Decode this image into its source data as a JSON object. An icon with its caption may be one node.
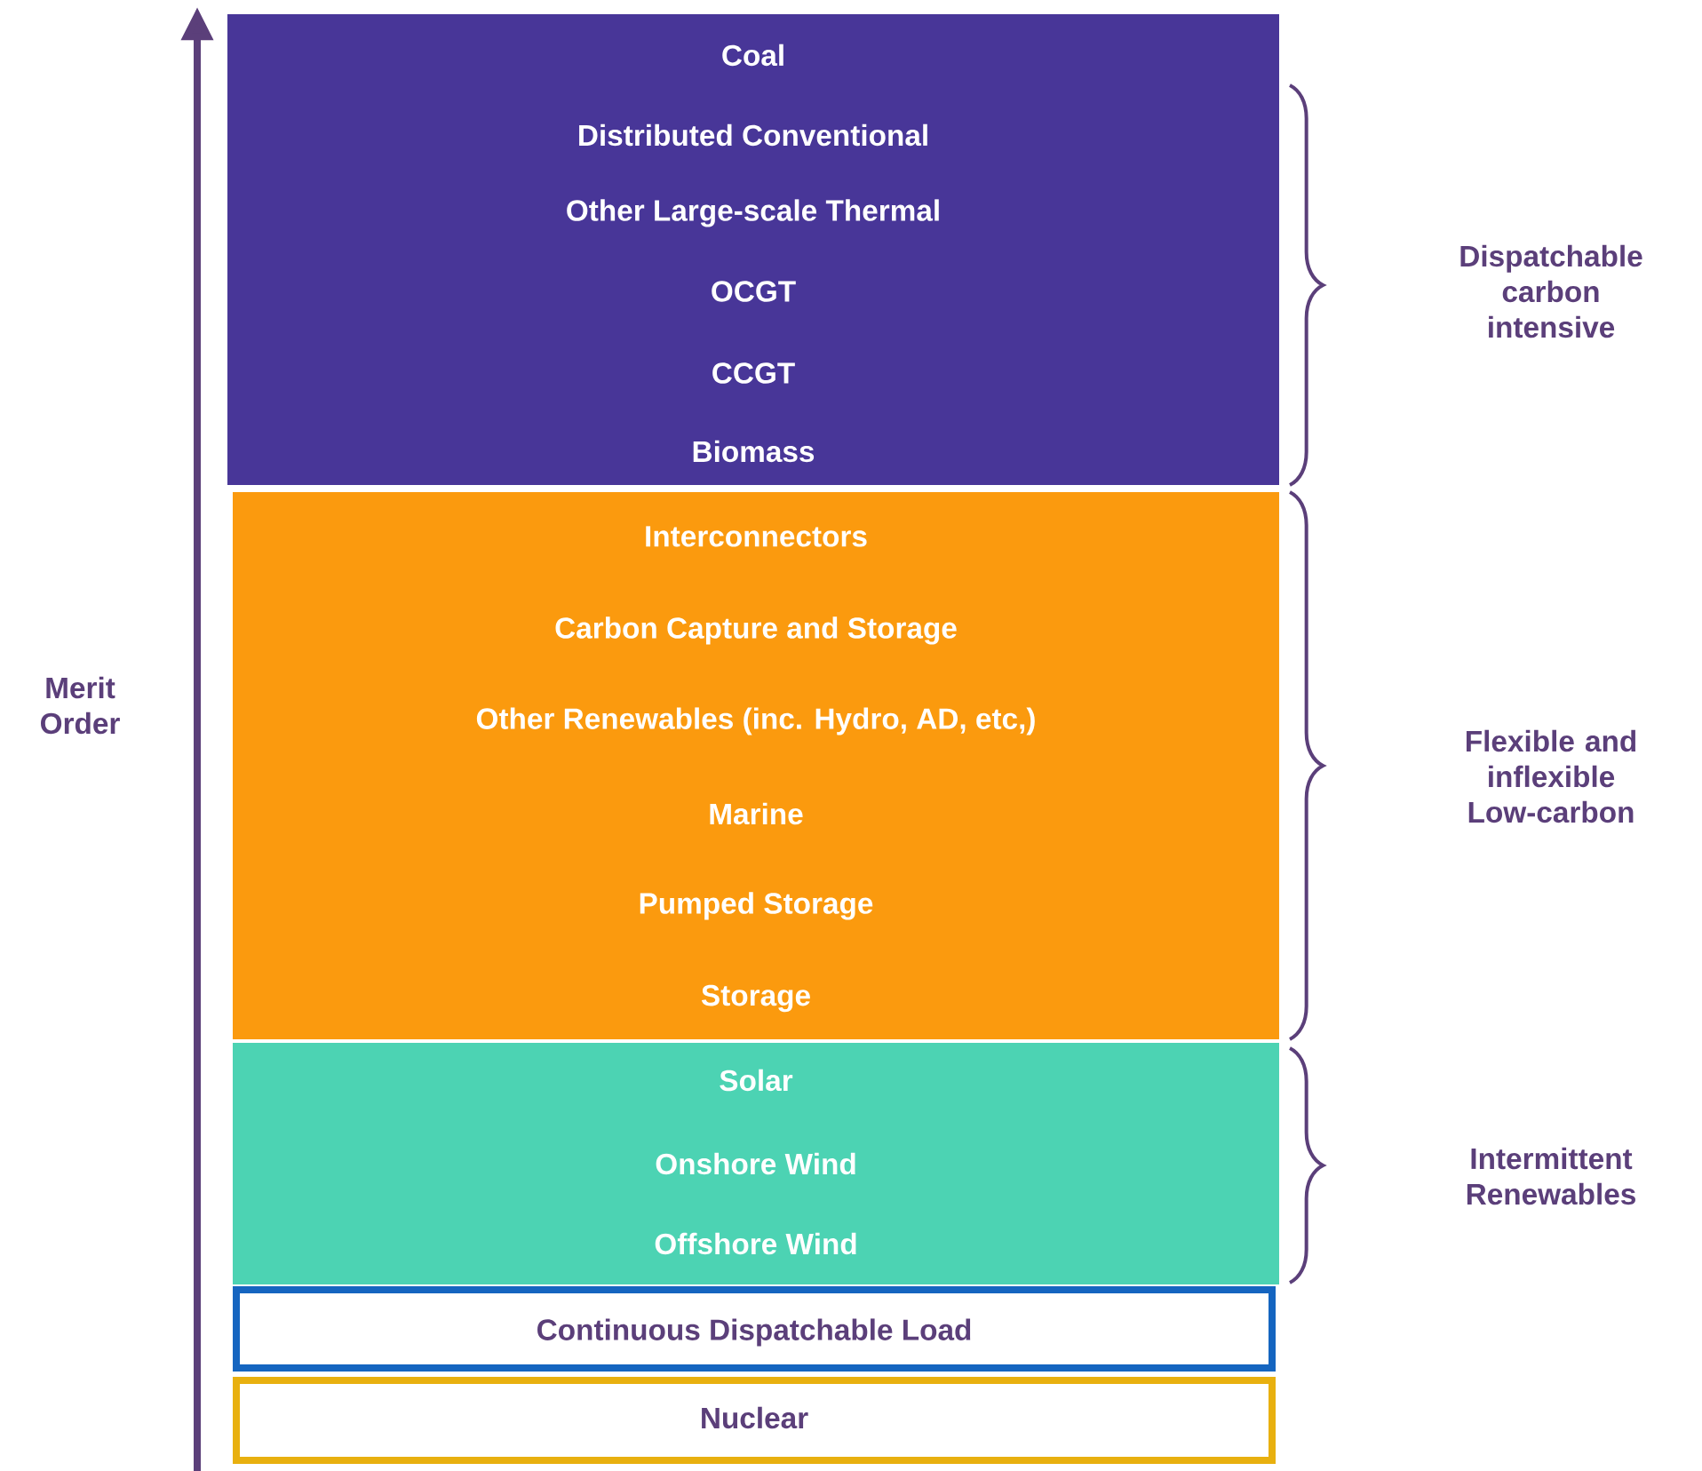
{
  "diagram": {
    "nodes": [
      {
        "text": [
          "Coal",
          "Distributed Conventional",
          "Other Large-scale Thermal",
          "OCGT",
          "CCGT",
          "Biomass"
        ]
      },
      {
        "text": [
          "Interconnectors",
          "Carbon Capture and Storage",
          "Other Renewables (inc. Hydro, AD, etc,)",
          "Marine",
          "Pumped Storage",
          "Storage"
        ]
      },
      {
        "text": [
          "Solar",
          "Onshore Wind",
          "Offshore Wind"
        ]
      },
      {
        "text": [
          "Continuous Dispatchable Load"
        ]
      },
      {
        "text": [
          "Nuclear"
        ]
      }
    ],
    "labels": [
      "Dispatchable carbon intensive",
      "Merit Order",
      "Flexible and inflexible Low-carbon",
      "Intermittent Renewables"
    ]
  }
}
